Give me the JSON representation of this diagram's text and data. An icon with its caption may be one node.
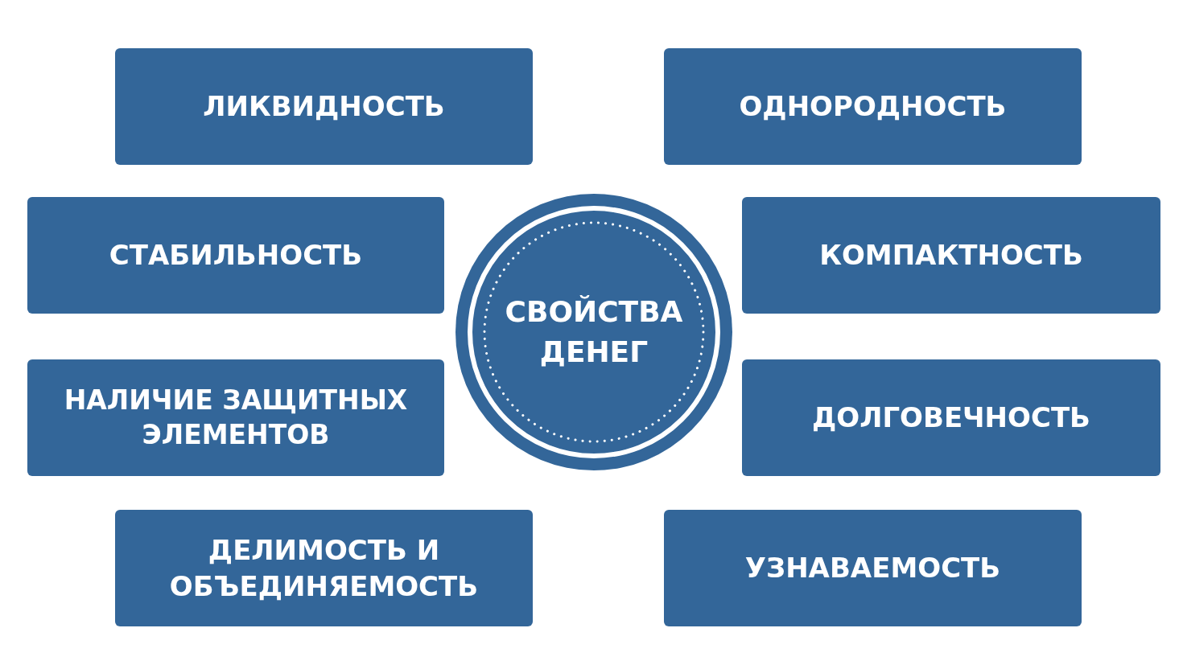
{
  "diagram": {
    "nodes": [
      {
        "text": [
          "СВОЙСТВА ДЕНЕГ"
        ]
      },
      {
        "text": [
          "ЛИКВИДНОСТЬ"
        ]
      },
      {
        "text": [
          "ОДНОРОДНОСТЬ"
        ]
      },
      {
        "text": [
          "СТАБИЛЬНОСТЬ"
        ]
      },
      {
        "text": [
          "КОМПАКТНОСТЬ"
        ]
      },
      {
        "text": [
          "НАЛИЧИЕ ЗАЩИТНЫХ ЭЛЕМЕНТОВ"
        ]
      },
      {
        "text": [
          "ДОЛГОВЕЧНОСТЬ"
        ]
      },
      {
        "text": [
          "ДЕЛИМОСТЬ И ОБЪЕДИНЯЕМОСТЬ"
        ]
      },
      {
        "text": [
          "УЗНАВАЕМОСТЬ"
        ]
      }
    ],
    "edges": []
  }
}
